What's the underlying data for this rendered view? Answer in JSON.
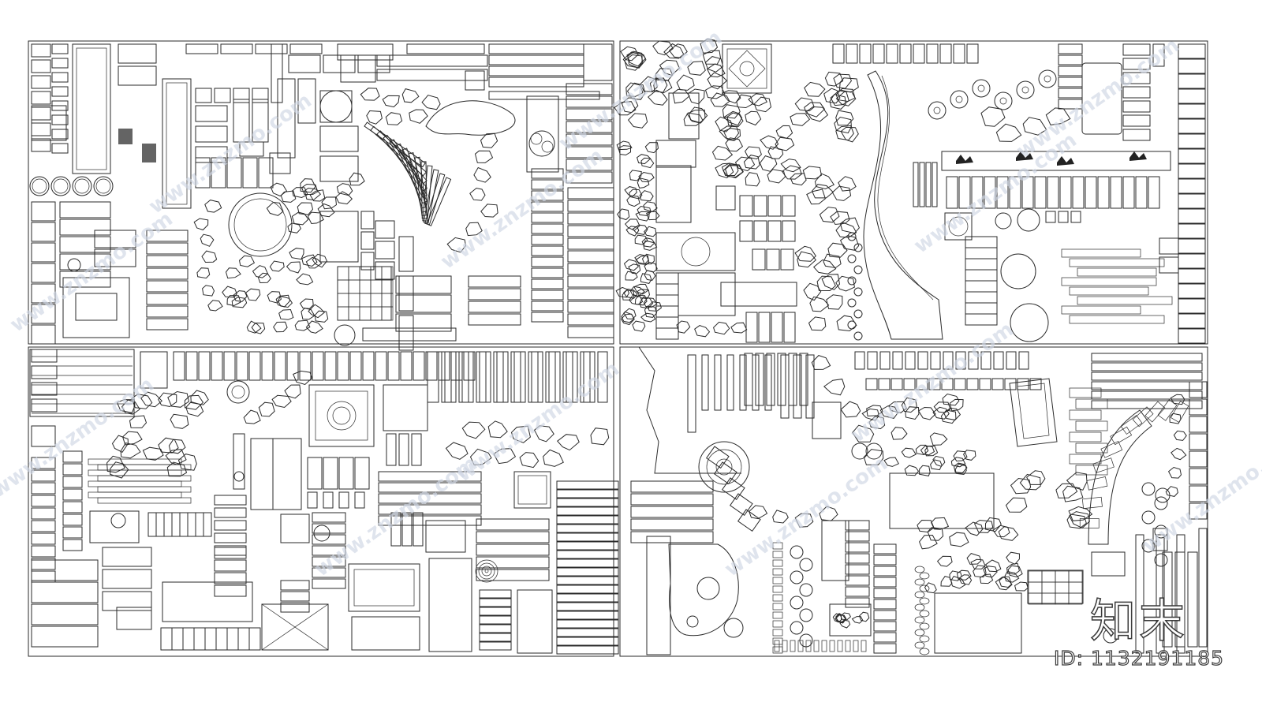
{
  "watermark": {
    "site": "www.znzmo.com",
    "brand_text": "知末",
    "id_text": "ID: 1132191185"
  },
  "drawing": {
    "kind": "landscape paving & plant plan symbols",
    "line_color": "#2a2a2a",
    "background": "#ffffff"
  }
}
